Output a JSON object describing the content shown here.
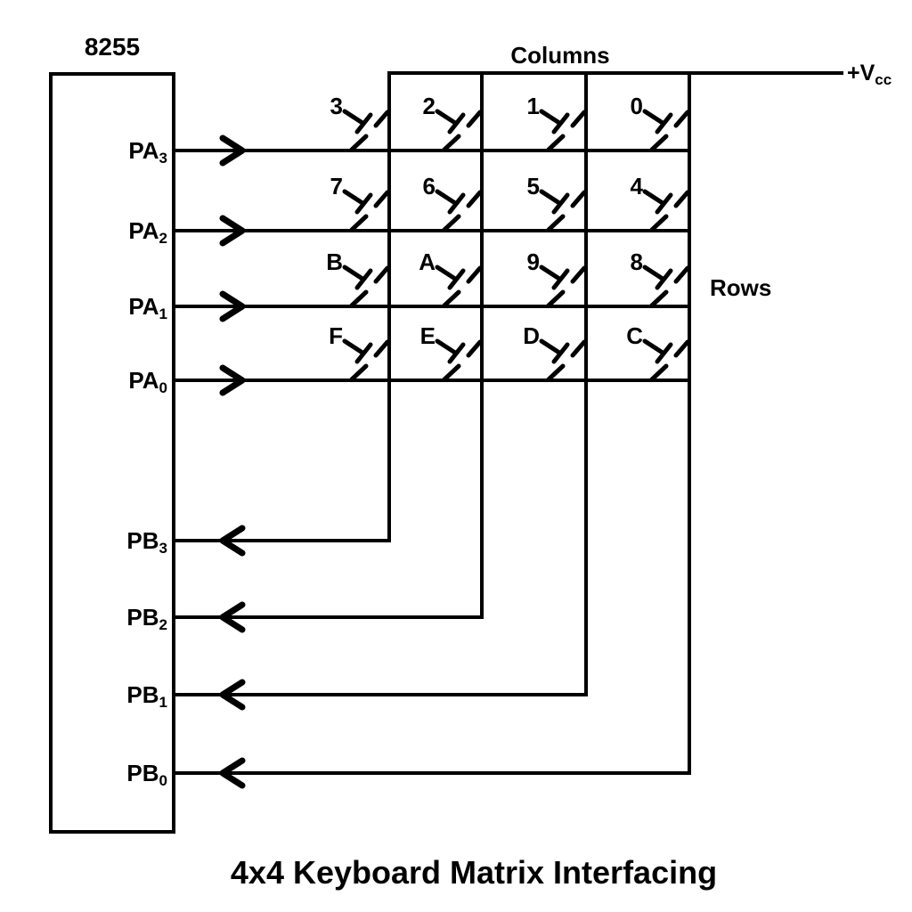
{
  "page": {
    "background_color": "#ffffff",
    "ink_color": "#000000"
  },
  "diagram": {
    "chip_label": "8255",
    "columns_label": "Columns",
    "rows_label": "Rows",
    "vcc": {
      "main": "+V",
      "sub": "cc"
    },
    "title": "4x4 Keyboard Matrix Interfacing",
    "ports": {
      "pa": [
        {
          "name": "PA",
          "bit": "3"
        },
        {
          "name": "PA",
          "bit": "2"
        },
        {
          "name": "PA",
          "bit": "1"
        },
        {
          "name": "PA",
          "bit": "0"
        }
      ],
      "pb": [
        {
          "name": "PB",
          "bit": "3"
        },
        {
          "name": "PB",
          "bit": "2"
        },
        {
          "name": "PB",
          "bit": "1"
        },
        {
          "name": "PB",
          "bit": "0"
        }
      ]
    },
    "keypad": {
      "rows": [
        {
          "keys": [
            "3",
            "2",
            "1",
            "0"
          ]
        },
        {
          "keys": [
            "7",
            "6",
            "5",
            "4"
          ]
        },
        {
          "keys": [
            "B",
            "A",
            "9",
            "8"
          ]
        },
        {
          "keys": [
            "F",
            "E",
            "D",
            "C"
          ]
        }
      ]
    }
  }
}
